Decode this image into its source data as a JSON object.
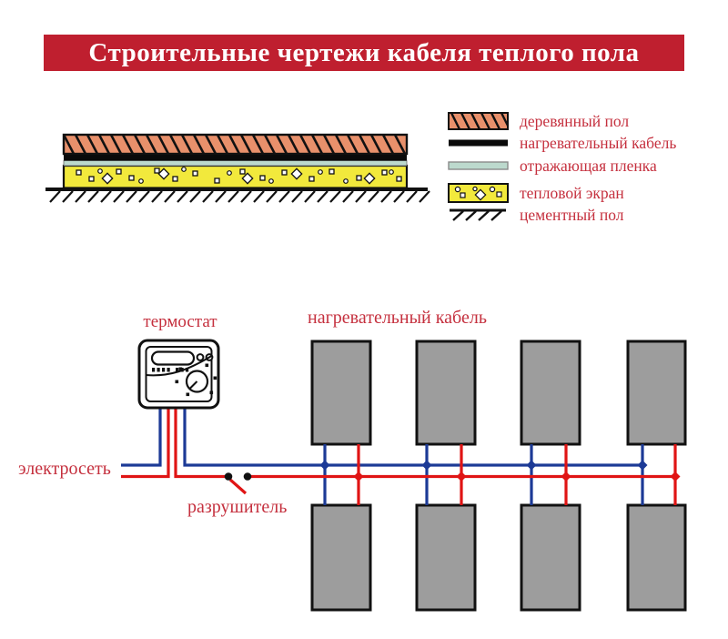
{
  "title": "Строительные чертежи кабеля теплого пола",
  "legend": {
    "items": [
      {
        "key": "wooden-floor",
        "label": "деревянный пол"
      },
      {
        "key": "heating-cable",
        "label": "нагревательный кабель"
      },
      {
        "key": "reflective-film",
        "label": "отражающая пленка"
      },
      {
        "key": "thermal-screen",
        "label": "тепловой экран"
      },
      {
        "key": "cement-floor",
        "label": "цементный пол"
      }
    ]
  },
  "cross_section": {
    "layers_top_to_bottom": [
      "деревянный пол",
      "нагревательный кабель",
      "отражающая пленка",
      "тепловой экран",
      "цементный пол"
    ]
  },
  "schematic": {
    "thermostat_label": "термостат",
    "heating_cable_label": "нагревательный кабель",
    "power_label": "электросеть",
    "breaker_label": "разрушитель",
    "top_mats_count": 4,
    "bottom_mats_count": 4,
    "breaker_state": "open"
  },
  "colors": {
    "banner_red": "#bf1f2f",
    "label_red": "#c5303e",
    "wire_blue": "#1c3a96",
    "wire_red": "#e01414",
    "mat_gray": "#9d9d9d",
    "wood_salmon": "#e8906b",
    "film_teal": "#bcd9cd",
    "screen_yellow": "#f2e93c",
    "outline_black": "#111111"
  }
}
